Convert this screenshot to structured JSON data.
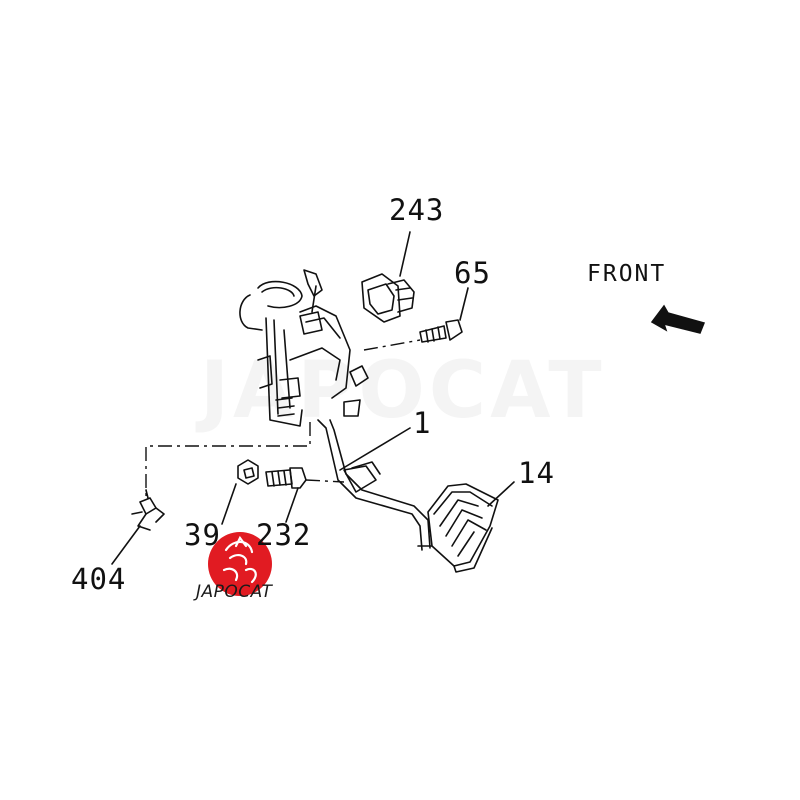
{
  "diagram": {
    "part_numbers": {
      "p243": "243",
      "p65": "65",
      "p1": "1",
      "p14": "14",
      "p39": "39",
      "p232": "232",
      "p404": "404"
    },
    "direction_label": "FRONT",
    "watermark_text": "JAPOCAT",
    "logo_text": "JAPOCAT",
    "colors": {
      "line": "#111111",
      "logo_red": "#e11b22",
      "watermark": "#f4f4f4"
    }
  }
}
